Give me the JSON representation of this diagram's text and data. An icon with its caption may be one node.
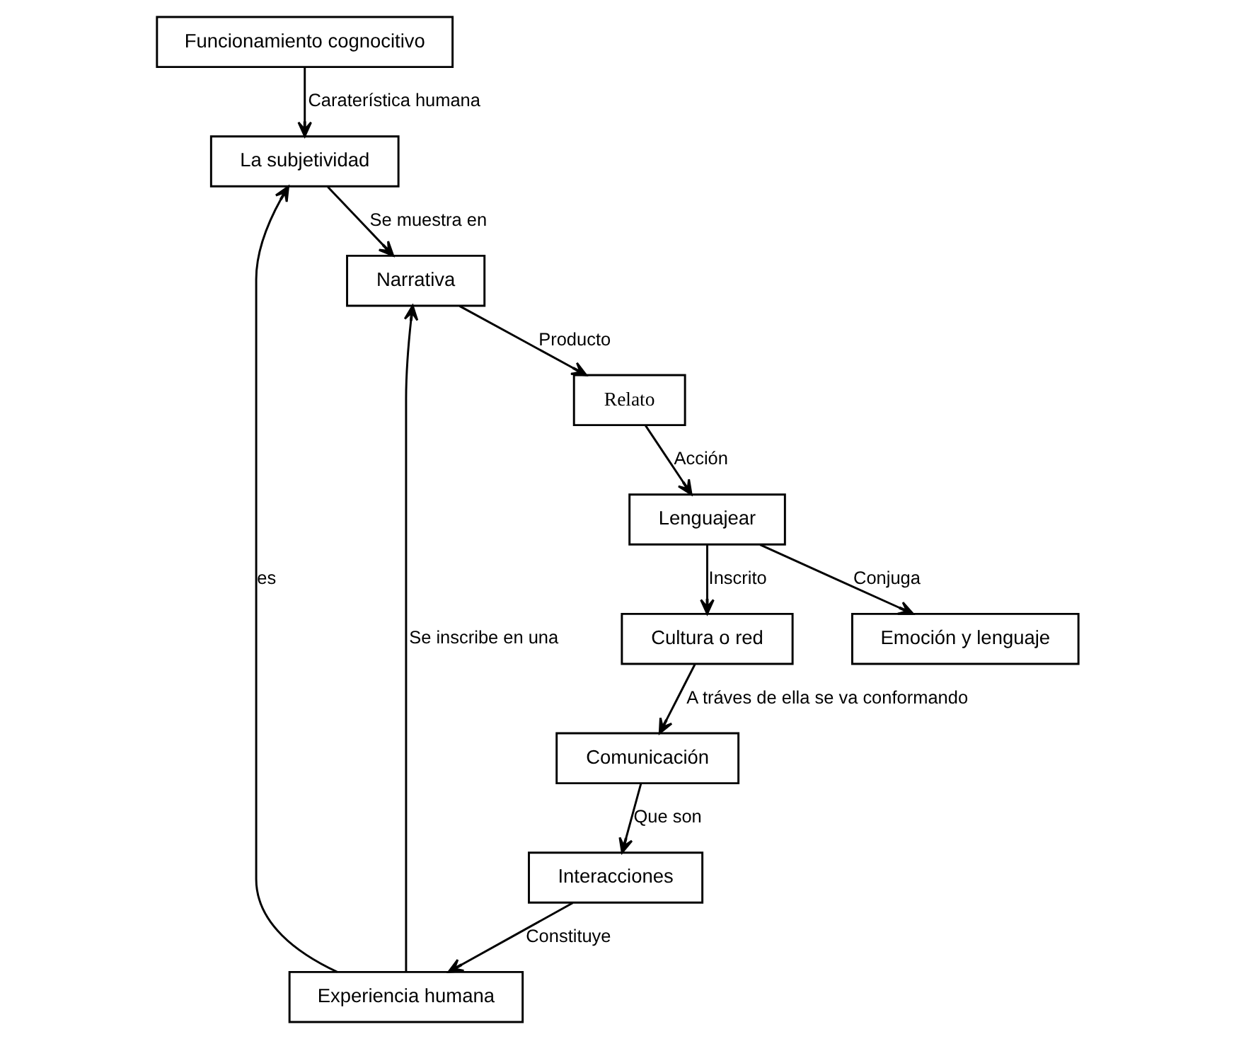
{
  "diagram": {
    "nodes": [
      {
        "text": [
          "Funcionamiento cognocitivo"
        ]
      },
      {
        "text": [
          "Experiencia humana"
        ]
      },
      {
        "text": [
          "La subjetividad"
        ]
      },
      {
        "text": [
          "Interacciones"
        ]
      },
      {
        "text": [
          "Narrativa"
        ]
      },
      {
        "text": [
          "Comunicación"
        ]
      },
      {
        "text": [
          "Relato"
        ]
      },
      {
        "text": [
          "Lenguajear"
        ]
      },
      {
        "text": [
          "Cultura o red"
        ]
      },
      {
        "text": [
          "Emoción y lenguaje"
        ]
      }
    ],
    "edges": [
      {
        "from": 0,
        "to": 2,
        "arrow": "to",
        "label": "Caraterística humana"
      },
      {
        "from": 1,
        "to": 2,
        "arrow": "to",
        "label": "es"
      },
      {
        "from": 1,
        "to": 4,
        "arrow": "to",
        "label": "Se inscribe en una"
      },
      {
        "from": 2,
        "to": 4,
        "arrow": "to",
        "label": "Se muestra en"
      },
      {
        "from": 4,
        "to": 6,
        "arrow": "to",
        "label": "Producto"
      },
      {
        "from": 6,
        "to": 7,
        "arrow": "to",
        "label": "Acción"
      },
      {
        "from": 7,
        "to": 8,
        "arrow": "to",
        "label": "Inscrito"
      },
      {
        "from": 7,
        "to": 9,
        "arrow": "to",
        "label": "Conjuga"
      },
      {
        "from": 8,
        "to": 5,
        "arrow": "to",
        "label": "A tráves de ella se va conformando"
      },
      {
        "from": 5,
        "to": 3,
        "arrow": "to",
        "label": "Que son"
      },
      {
        "from": 3,
        "to": 1,
        "arrow": "to",
        "label": "Constituye"
      }
    ]
  }
}
